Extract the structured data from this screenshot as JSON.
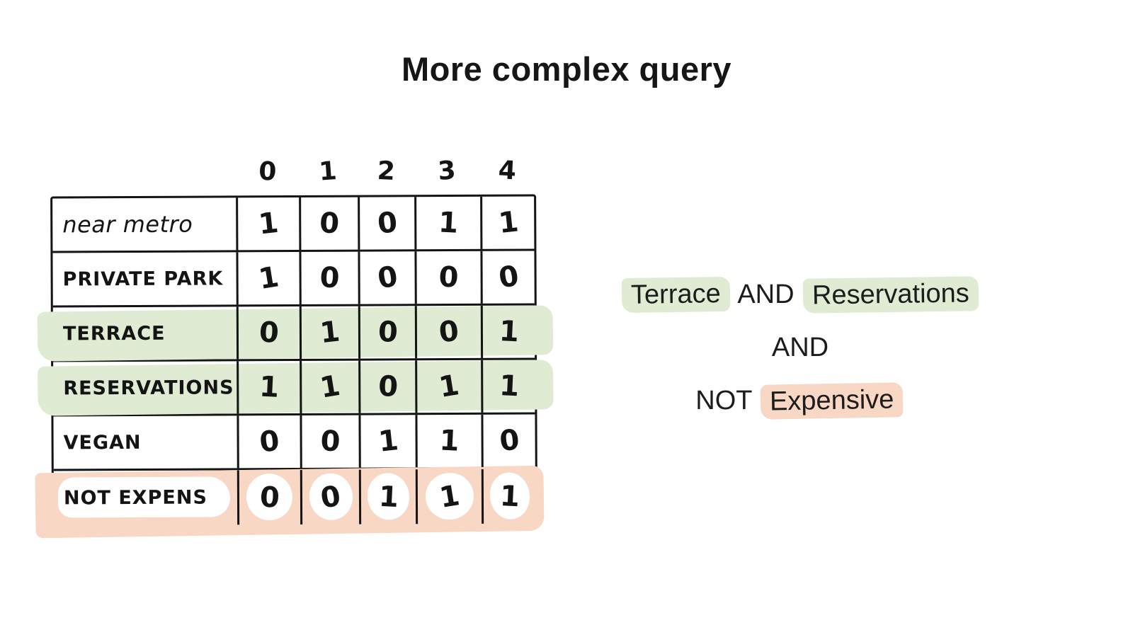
{
  "title": "More complex query",
  "colors": {
    "ink": "#141414",
    "green_highlight": "#dfecd3",
    "pink_highlight": "#f8d7c4"
  },
  "table": {
    "column_headers": [
      "0",
      "1",
      "2",
      "3",
      "4"
    ],
    "rows": [
      {
        "label": "near metro",
        "highlight": "none",
        "values": [
          "1",
          "0",
          "0",
          "1",
          "1"
        ]
      },
      {
        "label": "PRIVATE PARK",
        "highlight": "none",
        "values": [
          "1",
          "0",
          "0",
          "0",
          "0"
        ]
      },
      {
        "label": "TERRACE",
        "highlight": "green",
        "values": [
          "0",
          "1",
          "0",
          "0",
          "1"
        ]
      },
      {
        "label": "RESERVATIONS",
        "highlight": "green",
        "values": [
          "1",
          "1",
          "0",
          "1",
          "1"
        ]
      },
      {
        "label": "VEGAN",
        "highlight": "none",
        "values": [
          "0",
          "0",
          "1",
          "1",
          "0"
        ]
      },
      {
        "label": "NOT EXPENS",
        "highlight": "pink",
        "values": [
          "0",
          "0",
          "1",
          "1",
          "1"
        ]
      }
    ]
  },
  "query": {
    "line1": {
      "part1": "Terrace",
      "part2": "AND",
      "part3": "Reservations"
    },
    "line2": "AND",
    "line3": {
      "part1": "NOT",
      "part2": "Expensive"
    }
  }
}
